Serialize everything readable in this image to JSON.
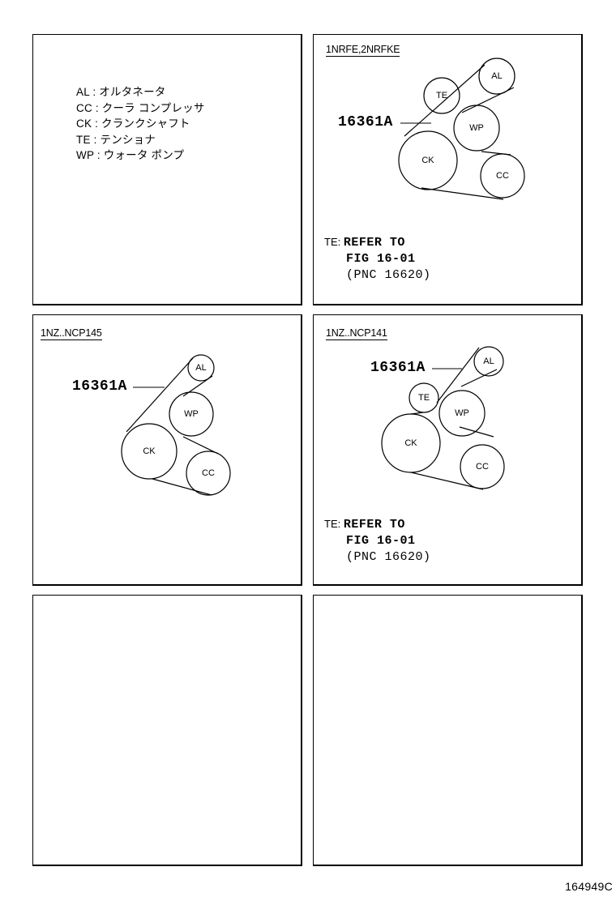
{
  "legend": {
    "items": [
      {
        "code": "AL",
        "sep": " : ",
        "name": "オルタネータ"
      },
      {
        "code": "CC",
        "sep": " : ",
        "name": "クーラ コンプレッサ"
      },
      {
        "code": "CK",
        "sep": " : ",
        "name": "クランクシャフト"
      },
      {
        "code": "TE",
        "sep": " : ",
        "name": "テンショナ"
      },
      {
        "code": "WP",
        "sep": " : ",
        "name": "ウォータ ポンプ"
      }
    ]
  },
  "panels": [
    {
      "variant": "1NRFE,2NRFKE",
      "part_number": "16361A",
      "pulleys": {
        "AL": "AL",
        "TE": "TE",
        "WP": "WP",
        "CK": "CK",
        "CC": "CC"
      },
      "note": {
        "prefix": "TE:",
        "line1": "REFER TO",
        "line2": "FIG 16-01",
        "line3": "(PNC 16620)"
      }
    },
    {
      "variant": "1NZ..NCP145",
      "part_number": "16361A",
      "pulleys": {
        "AL": "AL",
        "WP": "WP",
        "CK": "CK",
        "CC": "CC"
      }
    },
    {
      "variant": "1NZ..NCP141",
      "part_number": "16361A",
      "pulleys": {
        "AL": "AL",
        "TE": "TE",
        "WP": "WP",
        "CK": "CK",
        "CC": "CC"
      },
      "note": {
        "prefix": "TE:",
        "line1": "REFER TO",
        "line2": "FIG 16-01",
        "line3": "(PNC 16620)"
      }
    }
  ],
  "figure_id": "164949C"
}
